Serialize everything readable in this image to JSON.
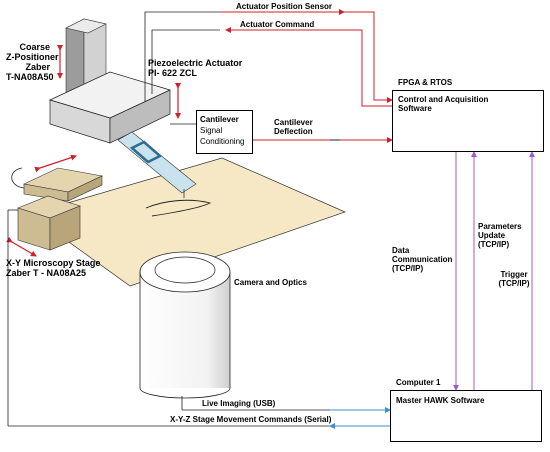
{
  "labels": {
    "coarse_z": [
      "Coarse",
      "Z-Positioner",
      "Zaber",
      "T-NA08A50"
    ],
    "piezo": [
      "Piezoelectric Actuator",
      "PI- 622 ZCL"
    ],
    "actuator_position_sensor": "Actuator Position Sensor",
    "actuator_command": "Actuator Command",
    "fpga_title": "FPGA & RTOS",
    "fpga_box": [
      "Control and Acquisition",
      "Software"
    ],
    "cantilever_box": [
      "Cantilever",
      "Signal",
      "Conditioning"
    ],
    "cantilever_deflection": [
      "Cantilever",
      "Deflection"
    ],
    "data_comm": [
      "Data",
      "Communication",
      "(TCP/IP)"
    ],
    "params_update": [
      "Parameters",
      "Update",
      "(TCP/IP)"
    ],
    "trigger": [
      "Trigger",
      "(TCP/IP)"
    ],
    "xy_stage": [
      "X-Y Microscopy Stage",
      "Zaber T - NA08A25"
    ],
    "camera": "Camera and Optics",
    "computer_title": "Computer 1",
    "computer_box": "Master HAWK Software",
    "live_imaging": "Live Imaging (USB)",
    "xyz_commands": "X-Y-Z Stage Movement Commands (Serial)"
  },
  "colors": {
    "red": "#d21f2b",
    "purple": "#a15ad6",
    "blue": "#3b8fd6",
    "stage_top": "#f6e8c4",
    "stage_block": "#cdbb92",
    "gray_light": "#e9e9e9",
    "gray_mid": "#c8c8c8",
    "gray_dark": "#9c9c9c",
    "blue_tip": "#c9e3ee"
  }
}
